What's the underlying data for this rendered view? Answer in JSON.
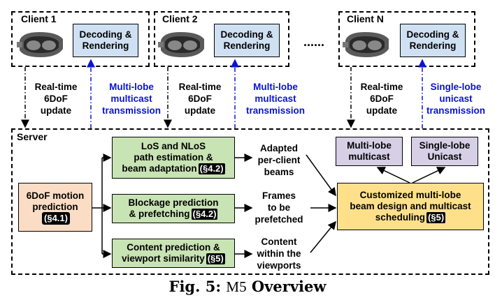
{
  "clients": [
    {
      "title": "Client 1",
      "box": "Decoding &\nRendering",
      "line1": "Decoding &",
      "line2": "Rendering"
    },
    {
      "title": "Client 2",
      "box": "Decoding &\nRendering",
      "line1": "Decoding &",
      "line2": "Rendering"
    },
    {
      "title": "Client N",
      "box": "Decoding &\nRendering",
      "line1": "Decoding &",
      "line2": "Rendering"
    }
  ],
  "ellipsis": "......",
  "uplinks": [
    {
      "l1": "Real-time",
      "l2": "6DoF",
      "l3": "update"
    },
    {
      "l1": "Real-time",
      "l2": "6DoF",
      "l3": "update"
    },
    {
      "l1": "Real-time",
      "l2": "6DoF",
      "l3": "update"
    }
  ],
  "downlinks": [
    {
      "l1": "Multi-lobe",
      "l2": "multicast",
      "l3": "transmission"
    },
    {
      "l1": "Multi-lobe",
      "l2": "multicast",
      "l3": "transmission"
    },
    {
      "l1": "Single-lobe",
      "l2": "unicast",
      "l3": "transmission"
    }
  ],
  "server": {
    "title": "Server",
    "motion": {
      "l1": "6DoF motion",
      "l2": "prediction",
      "tag": "(§4.1)"
    },
    "los": {
      "l1": "LoS and NLoS",
      "l2": "path estimation &",
      "l3": "beam adaptation",
      "tag": "(§4.2)"
    },
    "blockage": {
      "l1": "Blockage prediction",
      "l2": "& prefetching",
      "tag": "(§4.2)"
    },
    "content": {
      "l1": "Content prediction &",
      "l2": "viewport similarity",
      "tag": "(§5)"
    },
    "adapted": {
      "l1": "Adapted",
      "l2": "per-client",
      "l3": "beams"
    },
    "frames": {
      "l1": "Frames",
      "l2": "to be",
      "l3": "prefetched"
    },
    "within": {
      "l1": "Content",
      "l2": "within the",
      "l3": "viewports"
    },
    "multi": {
      "l1": "Multi-lobe",
      "l2": "multicast"
    },
    "single": {
      "l1": "Single-lobe",
      "l2": "Unicast"
    },
    "custom": {
      "l1": "Customized multi-lobe",
      "l2": "beam design and multicast",
      "l3": "scheduling",
      "tag": "(§5)"
    }
  },
  "caption": {
    "prefix": "Fig. 5: ",
    "name": "M5",
    "suffix": " Overview"
  }
}
